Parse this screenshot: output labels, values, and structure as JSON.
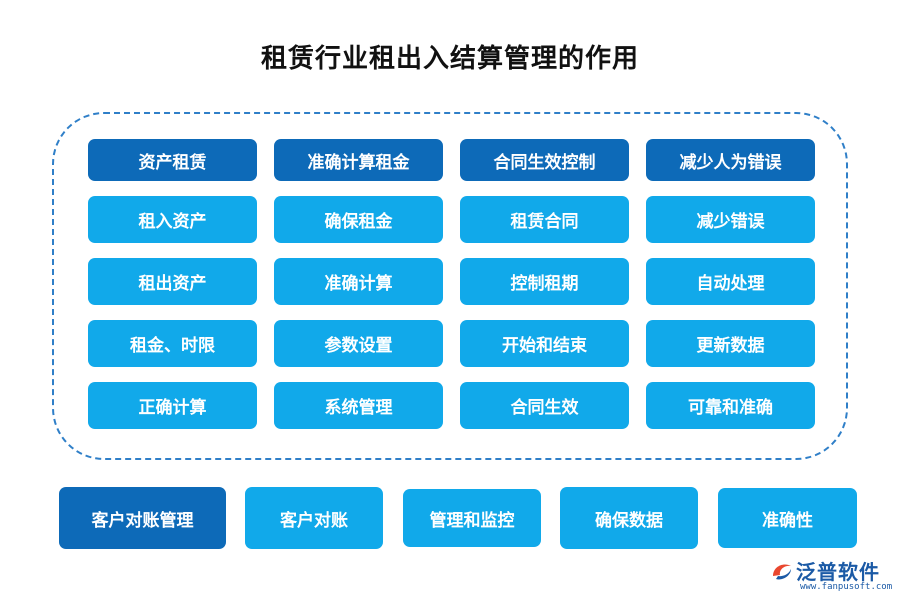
{
  "title": "租赁行业租出入结算管理的作用",
  "grid": {
    "headers": [
      "资产租赁",
      "准确计算租金",
      "合同生效控制",
      "减少人为错误"
    ],
    "rows": [
      [
        "租入资产",
        "确保租金",
        "租赁合同",
        "减少错误"
      ],
      [
        "租出资产",
        "准确计算",
        "控制租期",
        "自动处理"
      ],
      [
        "租金、时限",
        "参数设置",
        "开始和结束",
        "更新数据"
      ],
      [
        "正确计算",
        "系统管理",
        "合同生效",
        "可靠和准确"
      ]
    ]
  },
  "bottom": [
    "客户对账管理",
    "客户对账",
    "管理和监控",
    "确保数据",
    "准确性"
  ],
  "logo": {
    "name": "泛普软件",
    "url": "www.fanpusoft.com"
  },
  "colors": {
    "dark_blue": "#0d6ab8",
    "light_blue": "#11a9ea",
    "panel_border": "#2f7fc8",
    "logo_blue": "#1b5aa6"
  }
}
